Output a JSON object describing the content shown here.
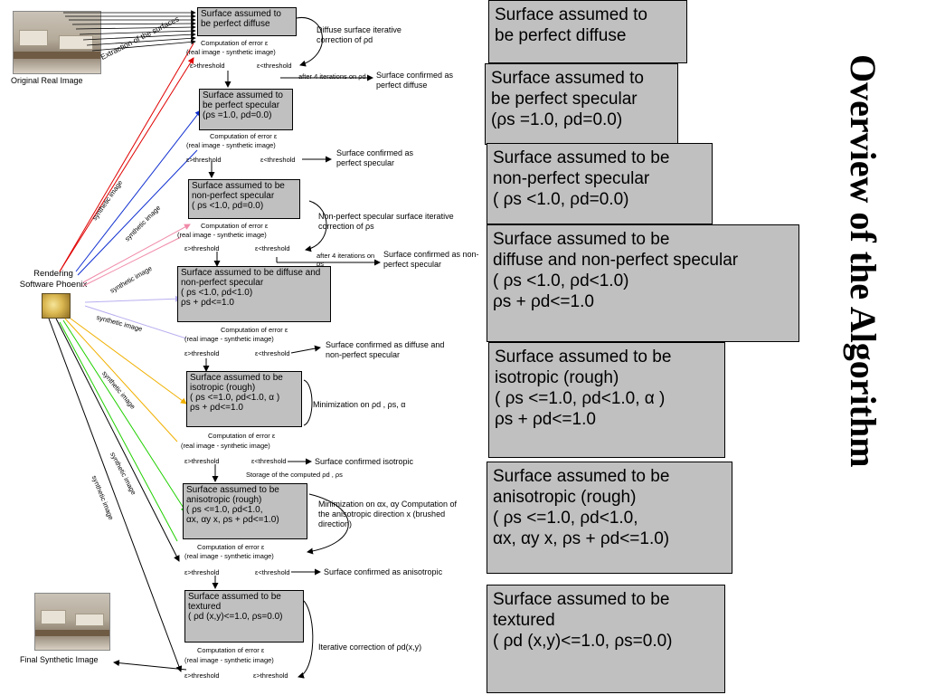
{
  "title": "Overview of the Algorithm",
  "images": {
    "original_label": "Original Real Image",
    "renderer_label": "Rendering Software Phoenix",
    "final_label": "Final Synthetic Image"
  },
  "diagram": {
    "extraction": "Extraction of the surfaces",
    "synthetic_image": "synthetic image",
    "computation_of_error": "Computation of error ε",
    "real_minus_synthetic": "(real image - synthetic image)",
    "eps_gt": "ε>threshold",
    "eps_lt": "ε<threshold",
    "steps": [
      {
        "name": "Surface assumed to be perfect diffuse",
        "params": "",
        "note": "Diffuse surface iterative correction of ρd",
        "iter": "after 4 iterations on ρd",
        "confirm": "Surface confirmed as perfect diffuse"
      },
      {
        "name": "Surface assumed to be perfect specular",
        "params": "(ρs =1.0, ρd=0.0)",
        "confirm": "Surface confirmed as perfect specular"
      },
      {
        "name": "Surface assumed to be non-perfect specular",
        "params": "( ρs <1.0, ρd=0.0)",
        "note": "Non-perfect specular surface iterative correction of ρs",
        "iter": "after 4 iterations on ρs",
        "confirm": "Surface confirmed as non-perfect specular"
      },
      {
        "name": "Surface assumed to be diffuse and non-perfect specular",
        "params": "( ρs <1.0, ρd<1.0)",
        "params2": "ρs + ρd<=1.0",
        "confirm": "Surface confirmed as diffuse and non-perfect specular"
      },
      {
        "name": "Surface assumed to be isotropic (rough)",
        "params": "( ρs <=1.0, ρd<1.0, α )",
        "params2": "ρs + ρd<=1.0",
        "note": "Minimization on ρd , ρs, α",
        "confirm": "Surface confirmed isotropic",
        "storage": "Storage of the computed ρd , ρs"
      },
      {
        "name": "Surface assumed to be anisotropic (rough)",
        "params": "( ρs <=1.0, ρd<1.0,",
        "params2": "αx, αy x, ρs + ρd<=1.0)",
        "note": "Minimization on αx, αy Computation of the anisotropic direction x (brushed direction)",
        "confirm": "Surface confirmed as anisotropic"
      },
      {
        "name": "Surface assumed to be textured",
        "params": "( ρd (x,y)<=1.0, ρs=0.0)",
        "note": "Iterative correction of ρd(x,y)"
      }
    ]
  },
  "legend": [
    {
      "line1": "Surface assumed to",
      "line2": "be perfect diffuse",
      "line3": "",
      "line4": ""
    },
    {
      "line1": "Surface assumed to",
      "line2": "be perfect specular",
      "line3": "(ρs =1.0, ρd=0.0)",
      "line4": ""
    },
    {
      "line1": "Surface assumed to be",
      "line2": "non-perfect specular",
      "line3": "( ρs <1.0, ρd=0.0)",
      "line4": ""
    },
    {
      "line1": "Surface assumed to be",
      "line2": "diffuse and non-perfect specular",
      "line3": "( ρs <1.0, ρd<1.0)",
      "line4": "ρs + ρd<=1.0"
    },
    {
      "line1": "Surface assumed to be",
      "line2": "isotropic (rough)",
      "line3": "( ρs <=1.0, ρd<1.0, α )",
      "line4": "ρs + ρd<=1.0"
    },
    {
      "line1": "Surface assumed to be",
      "line2": "anisotropic (rough)",
      "line3": "( ρs <=1.0, ρd<1.0,",
      "line4": "αx, αy x, ρs + ρd<=1.0)"
    },
    {
      "line1": "Surface assumed to be",
      "line2": "textured",
      "line3": "( ρd (x,y)<=1.0, ρs=0.0)",
      "line4": ""
    }
  ],
  "colors": {
    "box_fill": "#c0c0c0",
    "arrow_red": "#e00000",
    "arrow_blue": "#1030d0",
    "arrow_pink": "#f08aa8",
    "arrow_lavender": "#b8b0f0",
    "arrow_orange": "#f0b000",
    "arrow_green": "#20d000"
  }
}
